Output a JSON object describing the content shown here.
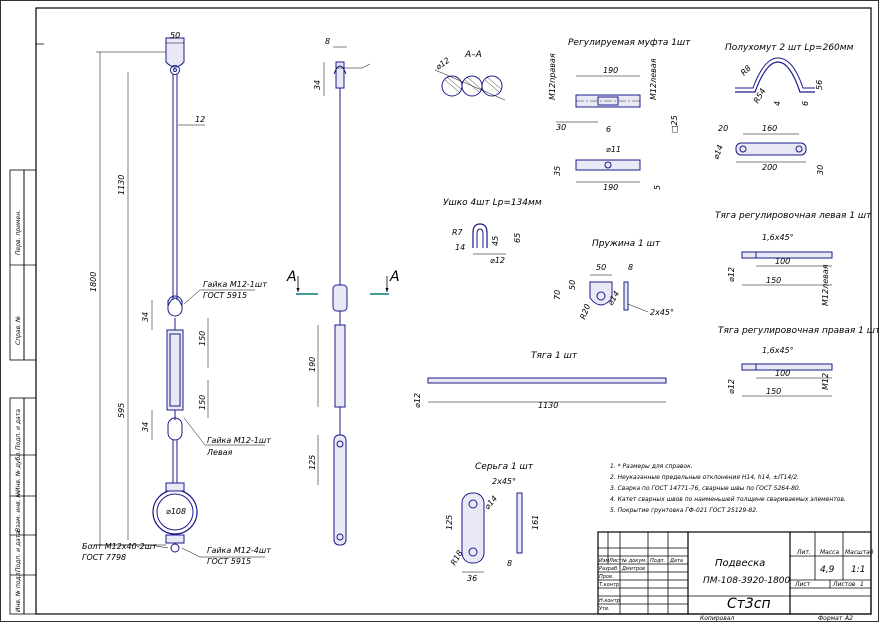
{
  "view_a": {
    "dim_width": "50",
    "dim_rod": "12",
    "dim_total": "1800",
    "dim_upper": "1130",
    "dim_lower": "595",
    "dim_34_top": "34",
    "dim_150_top": "150",
    "dim_150_bot": "150",
    "dim_34_bot": "34",
    "nut_right_label": "Гайка М12-1шт",
    "nut_right_std": "ГОСТ 5915",
    "nut_left_label": "Гайка М12-1шт",
    "nut_left_sub": "Левая",
    "clamp_dia": "⌀108",
    "bolt_label": "Болт М12х40-2шт",
    "bolt_std": "ГОСТ 7798",
    "nuts4_label": "Гайка М12-4шт",
    "nuts4_std": "ГОСТ 5915"
  },
  "view_b": {
    "dim_8": "8",
    "dim_34": "34",
    "dim_190": "190",
    "dim_125": "125"
  },
  "section_marker": "А",
  "section_aa": {
    "title": "А–А",
    "dia": "⌀12"
  },
  "coupling": {
    "title": "Регулируемая муфта 1шт",
    "label_right": "М12правая",
    "label_left": "М12левая",
    "dim_190_top": "190",
    "dim_30": "30",
    "dim_6": "6",
    "dim_25": "□25",
    "dim_dia11": "⌀11",
    "dim_35": "35",
    "dim_190_bot": "190",
    "dim_5": "5"
  },
  "half_clamp": {
    "title": "Полухомут 2 шт Lр=260мм",
    "r8": "R8",
    "r54": "R54",
    "dim_4": "4",
    "dim_6": "6",
    "dim_56": "56",
    "dim_20": "20",
    "dim_160": "160",
    "dim_dia14": "⌀14",
    "dim_200": "200",
    "dim_30": "30"
  },
  "eye": {
    "title": "Ушко 4шт Lр=134мм",
    "r7": "R7",
    "dim_45": "45",
    "dim_65": "65",
    "dim_14": "14",
    "dim_dia12": "⌀12"
  },
  "spring": {
    "title": "Пружина 1 шт",
    "dim_50": "50",
    "dim_8": "8",
    "dim_70": "70",
    "dim_50v": "50",
    "dim_dia14": "⌀14",
    "dim_r20": "R20",
    "chamfer": "2х45°"
  },
  "rod_left": {
    "title": "Тяга регулировочная левая 1 шт",
    "chamfer": "1,6х45°",
    "dim_100": "100",
    "dim_150": "150",
    "dim_dia12": "⌀12",
    "thread": "М12левая"
  },
  "rod_right": {
    "title": "Тяга регулировочная правая 1 шт",
    "chamfer": "1,6х45°",
    "dim_100": "100",
    "dim_150": "150",
    "dim_dia12": "⌀12",
    "thread": "М12"
  },
  "rod_main": {
    "title": "Тяга 1 шт",
    "dim_1130": "1130",
    "dim_dia12": "⌀12"
  },
  "earring": {
    "title": "Серьга 1 шт",
    "chamfer": "2х45°",
    "dim_dia14": "⌀14",
    "dim_125": "125",
    "dim_r18": "R18",
    "dim_36": "36",
    "dim_161": "161",
    "dim_8": "8"
  },
  "notes": [
    "1. * Размеры для справок.",
    "2. Неуказанные предельные отклонения Н14, h14, ±IT14/2.",
    "3. Сварка по ГОСТ 14771-76, сварные швы по ГОСТ 5264-80.",
    "4. Катет сварных швов по наименьшей толщине свариваемых элементов.",
    "5. Покрытие грунтовка ГФ-021 ГОСТ 25129-82."
  ],
  "title_block": {
    "name": "Подвеска",
    "code": "ПМ-108-3920-1800",
    "material": "Ст3сп",
    "col_lit": "Лит.",
    "col_mass": "Масса",
    "col_scale": "Масштаб",
    "mass": "4,9",
    "scale": "1:1",
    "sheet": "Лист",
    "sheets": "Листов",
    "sheets_count": "1",
    "h_izm": "Изм",
    "h_list": "Лист",
    "h_doc": "№ докум.",
    "h_sign": "Подп.",
    "h_date": "Дата",
    "r_razrab": "Разраб.",
    "r_razrab_name": "Дмитров",
    "r_prov": "Пров.",
    "r_tkontr": "Т.контр.",
    "r_nkontr": "Н.контр.",
    "r_utv": "Утв.",
    "copied": "Копировал",
    "format": "Формат",
    "format_val": "A2"
  },
  "side_stamps": [
    "Перв. примен.",
    "Справ. №",
    "Подп. и дата",
    "Инв. № дубл.",
    "Взам. инв. №",
    "Подп. и дата",
    "Инв. № подл."
  ]
}
